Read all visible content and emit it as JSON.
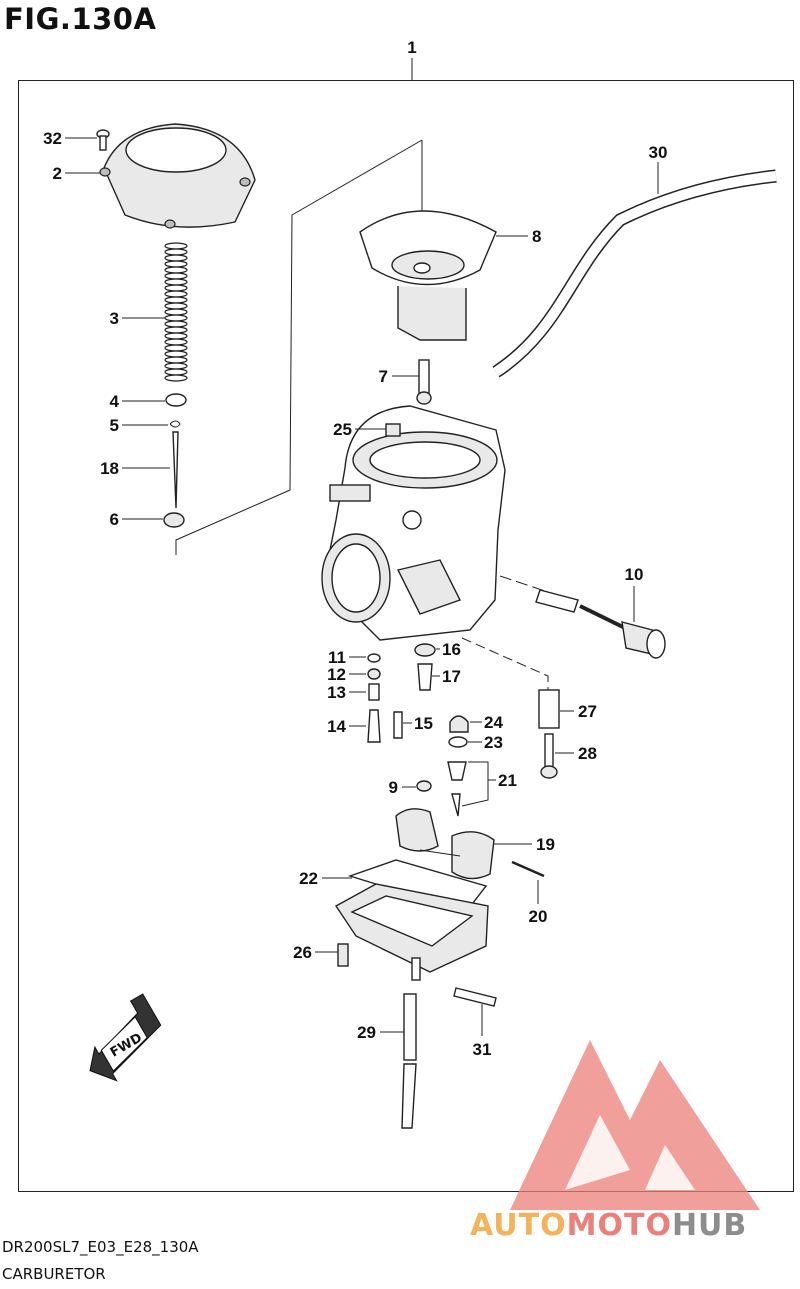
{
  "figure": {
    "title": "FIG.130A"
  },
  "callouts": [
    {
      "id": "1",
      "label": "1"
    },
    {
      "id": "2",
      "label": "2"
    },
    {
      "id": "3",
      "label": "3"
    },
    {
      "id": "4",
      "label": "4"
    },
    {
      "id": "5",
      "label": "5"
    },
    {
      "id": "6",
      "label": "6"
    },
    {
      "id": "7",
      "label": "7"
    },
    {
      "id": "8",
      "label": "8"
    },
    {
      "id": "9",
      "label": "9"
    },
    {
      "id": "10",
      "label": "10"
    },
    {
      "id": "11",
      "label": "11"
    },
    {
      "id": "12",
      "label": "12"
    },
    {
      "id": "13",
      "label": "13"
    },
    {
      "id": "14",
      "label": "14"
    },
    {
      "id": "15",
      "label": "15"
    },
    {
      "id": "16",
      "label": "16"
    },
    {
      "id": "17",
      "label": "17"
    },
    {
      "id": "18",
      "label": "18"
    },
    {
      "id": "19",
      "label": "19"
    },
    {
      "id": "20",
      "label": "20"
    },
    {
      "id": "21",
      "label": "21"
    },
    {
      "id": "22",
      "label": "22"
    },
    {
      "id": "23",
      "label": "23"
    },
    {
      "id": "24",
      "label": "24"
    },
    {
      "id": "25",
      "label": "25"
    },
    {
      "id": "26",
      "label": "26"
    },
    {
      "id": "27",
      "label": "27"
    },
    {
      "id": "28",
      "label": "28"
    },
    {
      "id": "29",
      "label": "29"
    },
    {
      "id": "30",
      "label": "30"
    },
    {
      "id": "31",
      "label": "31"
    },
    {
      "id": "32",
      "label": "32"
    }
  ],
  "direction_badge": {
    "label": "FWD"
  },
  "footer": {
    "model_code": "DR200SL7_E03_E28_130A",
    "section_name": "CARBURETOR"
  },
  "watermark": {
    "brand_a": "AUTO",
    "brand_b": "MOTO",
    "brand_c": "HUB",
    "colors": {
      "red": "#e9736f",
      "orange": "#f4b25a",
      "gray": "#8d8d8d"
    }
  }
}
